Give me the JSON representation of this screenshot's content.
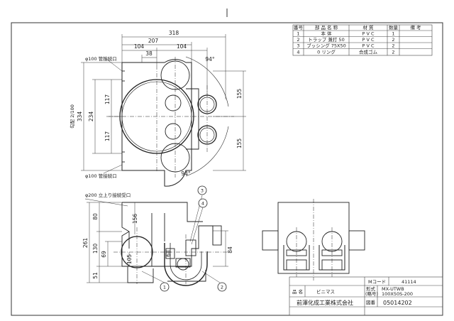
{
  "parts_table": {
    "headers": [
      "番号",
      "部 品 名 称",
      "材 質",
      "数量",
      "備 考"
    ],
    "rows": [
      [
        "1",
        "本 体",
        "P V C",
        "1",
        ""
      ],
      [
        "2",
        "トラップ 兼打 50",
        "P V C",
        "2",
        ""
      ],
      [
        "3",
        "ブッシング 75X50",
        "P V C",
        "2",
        ""
      ],
      [
        "4",
        "0 リング",
        "合成ゴム",
        "2",
        ""
      ]
    ]
  },
  "plan_view": {
    "dims": {
      "overall_width": "318",
      "width_207": "207",
      "width_104_a": "104",
      "width_104_b": "104",
      "width_38": "38",
      "height_334": "334",
      "height_234": "234",
      "height_117_a": "117",
      "height_117_b": "117",
      "height_155_a": "155",
      "height_155_b": "155",
      "angle_top": "94°",
      "angle_bottom": "94°"
    },
    "labels": {
      "inlet_top": "φ100 管接続口",
      "inlet_bottom": "φ100 管接続口",
      "slope": "勾配 2/100"
    }
  },
  "section_view": {
    "dims": {
      "h_261": "261",
      "h_80": "80",
      "h_130": "130",
      "h_69": "69",
      "h_51": "51",
      "h_156": "156",
      "h_105": "105",
      "h_68": "68",
      "h_84": "84"
    },
    "labels": {
      "riser": "φ200 立上り接続受口"
    },
    "callouts": [
      "1",
      "2",
      "3",
      "4"
    ]
  },
  "title_block": {
    "m_code_label": "Mコード",
    "m_code_value": "41114",
    "name_label": "品 名",
    "name_value": "ビニマス",
    "model_label_1": "形式",
    "model_label_2": "(略号)",
    "model_value_1": "MX-UTWB",
    "model_value_2": "100X50S-200",
    "company": "前澤化成工業株式会社",
    "drawing_no_label": "図番",
    "drawing_no_value": "05014202"
  }
}
